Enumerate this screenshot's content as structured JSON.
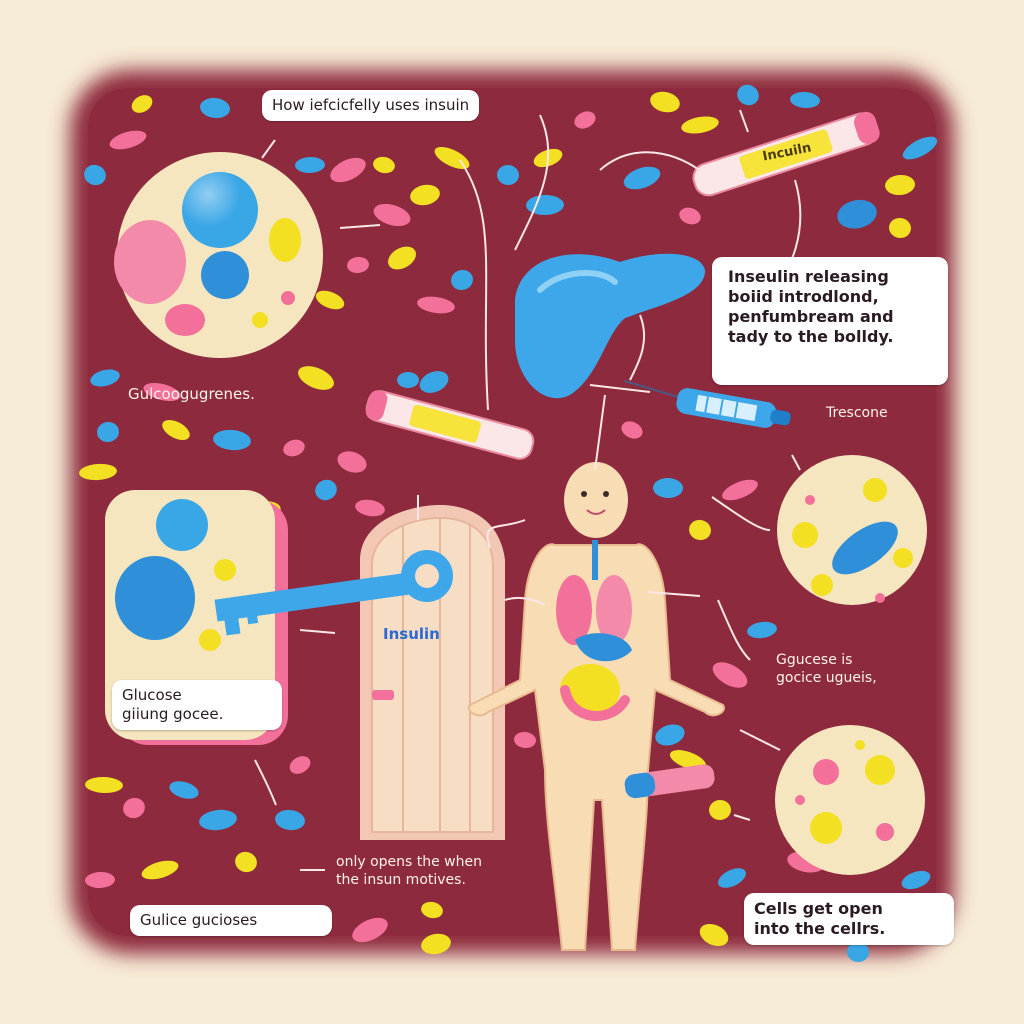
{
  "title": "How iefcicfelly uses insuin",
  "labels": {
    "insulin_release": "Inseulin releasing\nboiid introdlond,\npenfumbream and\ntady to the bolldy.",
    "glucose_left": "Glucose\ngiiung gocee.",
    "glucose_bottom": "Gulice gucioses",
    "cells_open": "Cells get open\ninto the cellrs.",
    "gluco_side": "Gulcoogugrenes.",
    "trescone": "Trescone",
    "glucose_uses": "Ggucese is\ngocice ugueis,",
    "only_opens": "only opens the when\nthe insun motives.",
    "pen": "Incuiln",
    "door": "Insulin"
  },
  "colors": {
    "background": "#8e2a3e",
    "frame": "#f7ecd6",
    "cell": "#f6e6bf",
    "blue": "#39a6e6",
    "pink": "#f2709a",
    "yellow": "#f3e022",
    "skin": "#f8dcb3"
  }
}
